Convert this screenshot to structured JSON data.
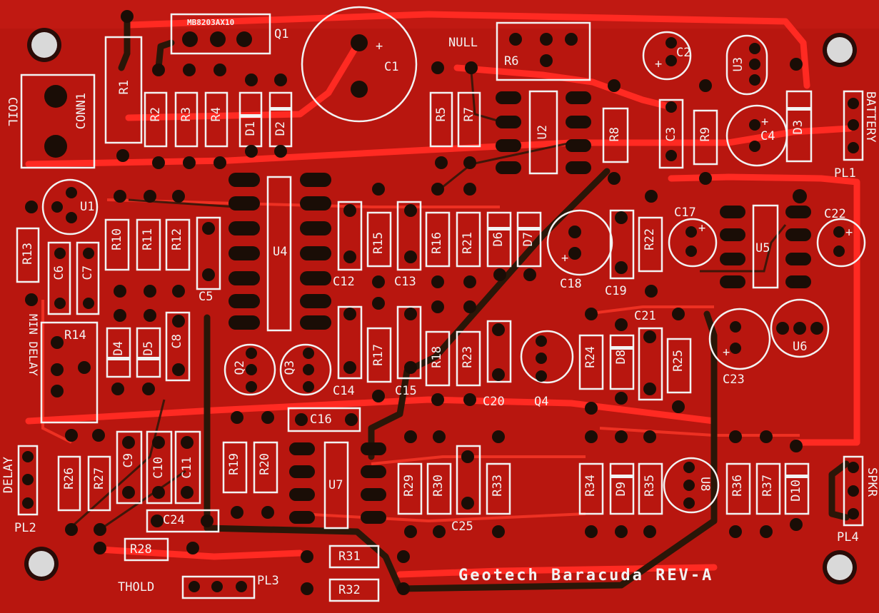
{
  "board": {
    "title": "Geotech Baracuda REV-A",
    "colors": {
      "substrate": "#b8160f",
      "copper": "#ff2a22",
      "trace_dark": "#2a1608",
      "silkscreen": "#f2f2f2",
      "pad": "#1a0d06",
      "hole": "#d9d9d9"
    }
  },
  "labels": {
    "coil": "COIL",
    "conn1": "CONN1",
    "q1": "Q1",
    "q1_part": "MB8203AX10",
    "r1": "R1",
    "r2": "R2",
    "r3": "R3",
    "r4": "R4",
    "d1": "D1",
    "d2": "D2",
    "c1": "C1",
    "null": "NULL",
    "r6": "R6",
    "c2": "C2",
    "u3": "U3",
    "battery": "BATTERY",
    "pl1": "PL1",
    "r5": "R5",
    "r7": "R7",
    "u2": "U2",
    "r8": "R8",
    "c3": "C3",
    "r9": "R9",
    "c4": "C4",
    "d3": "D3",
    "u1": "U1",
    "r13": "R13",
    "c6": "C6",
    "c7": "C7",
    "r10": "R10",
    "r11": "R11",
    "r12": "R12",
    "c5": "C5",
    "u4": "U4",
    "r15": "R15",
    "r16": "R16",
    "r21": "R21",
    "d6": "D6",
    "d7": "D7",
    "c12": "C12",
    "c13": "C13",
    "c18": "C18",
    "c19": "C19",
    "r22": "R22",
    "c17": "C17",
    "u5": "U5",
    "c22": "C22",
    "min_delay": "MIN DELAY",
    "r14": "R14",
    "d4": "D4",
    "d5": "D5",
    "c8": "C8",
    "q2": "Q2",
    "q3": "Q3",
    "r17": "R17",
    "r18": "R18",
    "r23": "R23",
    "c14": "C14",
    "c15": "C15",
    "c20": "C20",
    "q4": "Q4",
    "r24": "R24",
    "d8": "D8",
    "c21": "C21",
    "r25": "R25",
    "c23": "C23",
    "u6": "U6",
    "c16": "C16",
    "r26": "R26",
    "r27": "R27",
    "c9": "C9",
    "c10": "C10",
    "c11": "C11",
    "r19": "R19",
    "r20": "R20",
    "u7": "U7",
    "r29": "R29",
    "r30": "R30",
    "c25": "C25",
    "r33": "R33",
    "r34": "R34",
    "d9": "D9",
    "r35": "R35",
    "u8": "U8",
    "r36": "R36",
    "r37": "R37",
    "d10": "D10",
    "spkr": "SPKR",
    "pl4": "PL4",
    "delay": "DELAY",
    "pl2": "PL2",
    "c24": "C24",
    "r28": "R28",
    "r31": "R31",
    "r32": "R32",
    "thold": "THOLD",
    "pl3": "PL3",
    "plus": "+"
  }
}
